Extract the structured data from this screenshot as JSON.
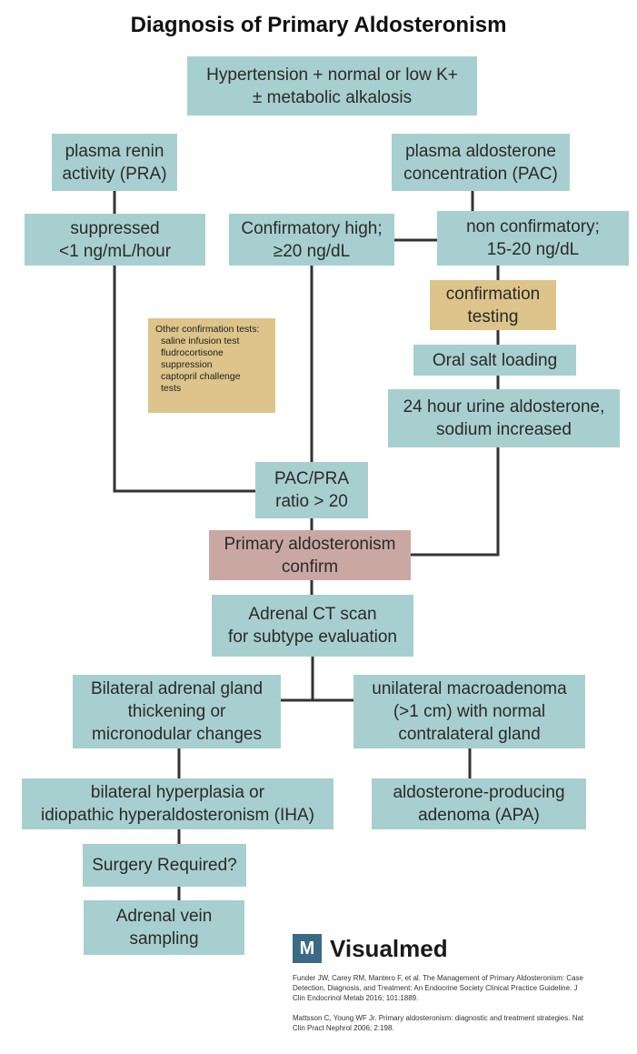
{
  "title": "Diagnosis of Primary Aldosteronism",
  "colors": {
    "teal_box": "#a8cfcf",
    "tan_box": "#dcc48a",
    "pink_box": "#c9a8a4",
    "connector": "#333333",
    "logo": "#3b6a85"
  },
  "nodes": {
    "start": [
      "Hypertension + normal or low K+",
      "± metabolic alkalosis"
    ],
    "pra": [
      "plasma renin",
      "activity (PRA)"
    ],
    "pac": [
      "plasma aldosterone",
      "concentration (PAC)"
    ],
    "suppressed": [
      "suppressed",
      "<1 ng/mL/hour"
    ],
    "confirmatory_high": [
      "Confirmatory high;",
      "≥20 ng/dL"
    ],
    "non_confirmatory": [
      "non confirmatory;",
      "15-20 ng/dL"
    ],
    "confirmation_testing": [
      "confirmation",
      "testing"
    ],
    "oral_salt": [
      "Oral salt loading"
    ],
    "urine": [
      "24 hour urine aldosterone,",
      "sodium increased"
    ],
    "ratio": [
      "PAC/PRA",
      "ratio > 20"
    ],
    "confirm": [
      "Primary aldosteronism",
      "confirm"
    ],
    "ct": [
      "Adrenal CT scan",
      "for subtype evaluation"
    ],
    "bilateral": [
      "Bilateral adrenal gland",
      "thickening or",
      "micronodular changes"
    ],
    "unilateral": [
      "unilateral macroadenoma",
      "(>1 cm) with normal",
      "contralateral gland"
    ],
    "iha": [
      "bilateral hyperplasia or",
      "idiopathic hyperaldosteronism (IHA)"
    ],
    "apa": [
      "aldosterone-producing",
      "adenoma (APA)"
    ],
    "surgery": [
      "Surgery Required?"
    ],
    "avs": [
      "Adrenal vein",
      "sampling"
    ]
  },
  "note": {
    "heading": "Other confirmation tests:",
    "lines": [
      "saline infusion test",
      "fludrocortisone",
      "suppression",
      "captopril challenge",
      "tests"
    ]
  },
  "brand": {
    "mark": "M",
    "name": "Visualmed"
  },
  "references": [
    [
      "Funder JW, Carey RM, Mantero F, et al. The Management of Primary Aldosteronism: Case",
      "Detection, Diagnosis, and Treatment: An Endocrine Society Clinical Practice Guideline. J",
      "Clin Endocrinol Metab 2016; 101:1889."
    ],
    [
      "Mattsson C, Young WF Jr. Primary aldosteronism: diagnostic and treatment strategies. Nat",
      "Clin Pract Nephrol 2006; 2:198."
    ]
  ]
}
